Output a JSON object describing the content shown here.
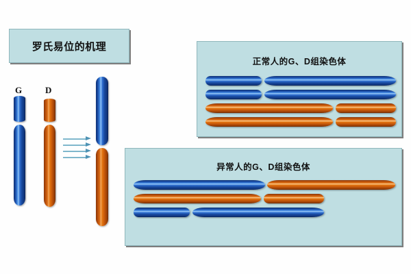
{
  "figure": {
    "title_box": {
      "label": "罗氏易位的机理"
    },
    "left_diagram": {
      "chromosome_labels": [
        {
          "name": "G",
          "color": "#1b4ea8"
        },
        {
          "name": "D",
          "color": "#d96812"
        }
      ],
      "arrow": {
        "icon": "arrow-right-icon",
        "line_count": 4,
        "color": "#7fb7cc"
      },
      "fused_chromosome": {
        "top_arm_color": "#1b4ea8",
        "bottom_arm_color": "#d96812"
      }
    },
    "normal_panel": {
      "title": "正常人的G、D组染色体",
      "background": "#bfdee2",
      "border": "#8fb6bb",
      "rows": [
        {
          "name": "normal-blue-1",
          "color": "#1b4ea8",
          "centromere_ratio": 0.3
        },
        {
          "name": "normal-blue-2",
          "color": "#1b4ea8",
          "centromere_ratio": 0.3
        },
        {
          "name": "normal-orange-1",
          "color": "#d96812",
          "centromere_ratio": 0.68
        },
        {
          "name": "normal-orange-2",
          "color": "#d96812",
          "centromere_ratio": 0.68
        }
      ]
    },
    "abnormal_panel": {
      "title": "异常人的G、D组染色体",
      "background": "#bfdee2",
      "border": "#8fb6bb",
      "rows": [
        {
          "name": "abnormal-fused",
          "left_color": "#1b4ea8",
          "right_color": "#d96812"
        },
        {
          "name": "abnormal-orange",
          "color": "#d96812",
          "centromere_ratio": 0.7
        },
        {
          "name": "abnormal-blue",
          "color": "#1b4ea8",
          "centromere_ratio": 0.3
        }
      ]
    },
    "colors": {
      "background": "#fefefe",
      "panel_fill": "#bfdee2",
      "panel_border": "#8fb6bb",
      "panel_shadow": "#7d7d7d",
      "blue": "#1b4ea8",
      "orange": "#d96812",
      "arrow": "#7fb7cc",
      "text": "#111111"
    }
  }
}
